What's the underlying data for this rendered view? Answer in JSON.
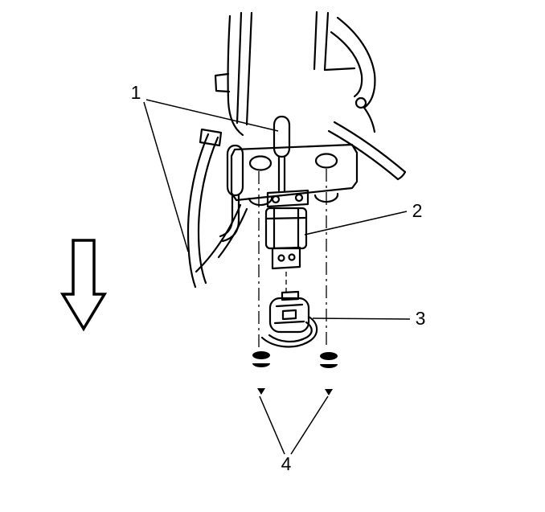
{
  "figure": {
    "background_color": "#ffffff",
    "line_color": "#000000"
  },
  "callouts": [
    {
      "label": "1"
    },
    {
      "label": "2"
    },
    {
      "label": "3"
    },
    {
      "label": "4"
    }
  ],
  "icons": {
    "direction_arrow": "down-arrow-icon"
  }
}
